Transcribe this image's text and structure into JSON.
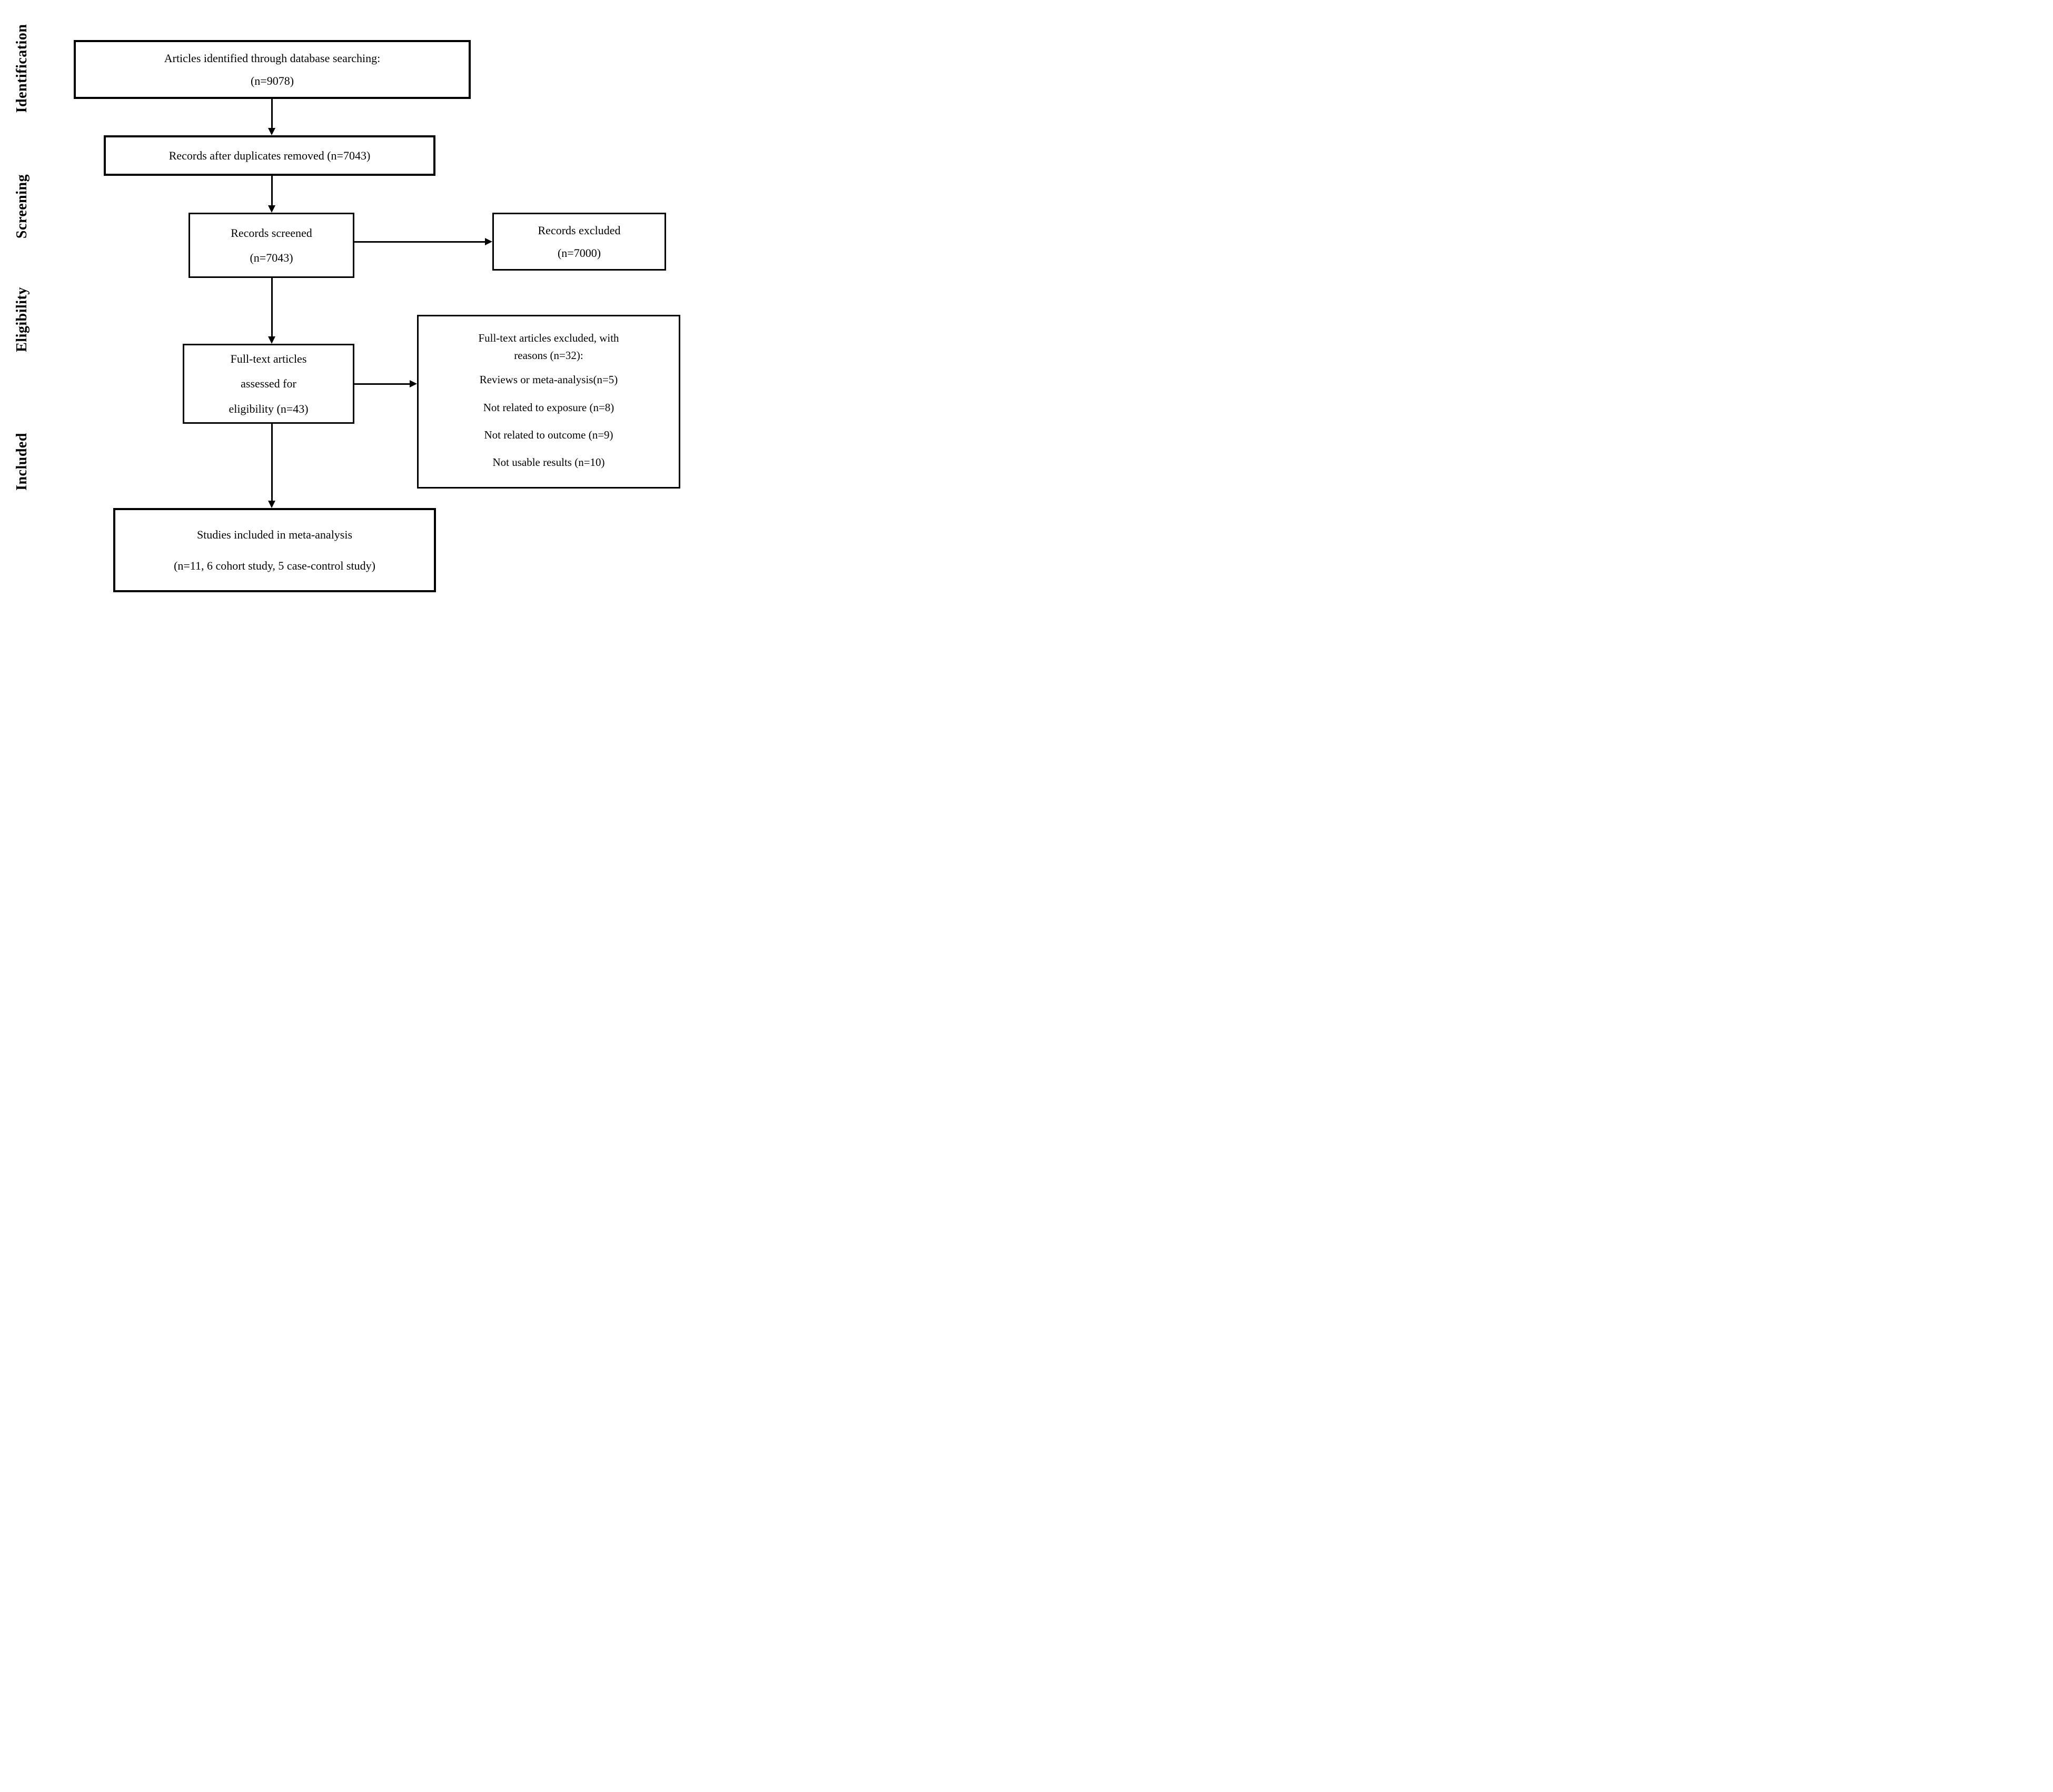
{
  "figure": {
    "title": "PRISMA study selection flow diagram",
    "colors": {
      "line": "#000000",
      "background": "#ffffff"
    },
    "stage_labels": [
      "Identification",
      "Screening",
      "Eligibility",
      "Included"
    ],
    "boxes": {
      "identified": {
        "line1": "Articles identified through database searching:",
        "line2": "(n=9078)"
      },
      "duplicates_removed": {
        "text": "Records after duplicates removed (n=7043)"
      },
      "screened": {
        "line1": "Records screened",
        "line2": "(n=7043)"
      },
      "records_excluded": {
        "line1": "Records excluded",
        "line2": "(n=7000)"
      },
      "fulltext_assessed": {
        "line1": "Full-text articles",
        "line2": "assessed for",
        "line3": "eligibility (n=43)"
      },
      "fulltext_excluded": {
        "header_line1": "Full-text articles excluded, with",
        "header_line2": "reasons (n=32):",
        "reasons": [
          "Reviews or meta-analysis(n=5)",
          "Not related to exposure (n=8)",
          "Not related to outcome (n=9)",
          "Not usable results (n=10)"
        ]
      },
      "included_studies": {
        "line1": "Studies included in meta-analysis",
        "line2": "(n=11, 6 cohort study, 5 case-control study)"
      }
    }
  }
}
